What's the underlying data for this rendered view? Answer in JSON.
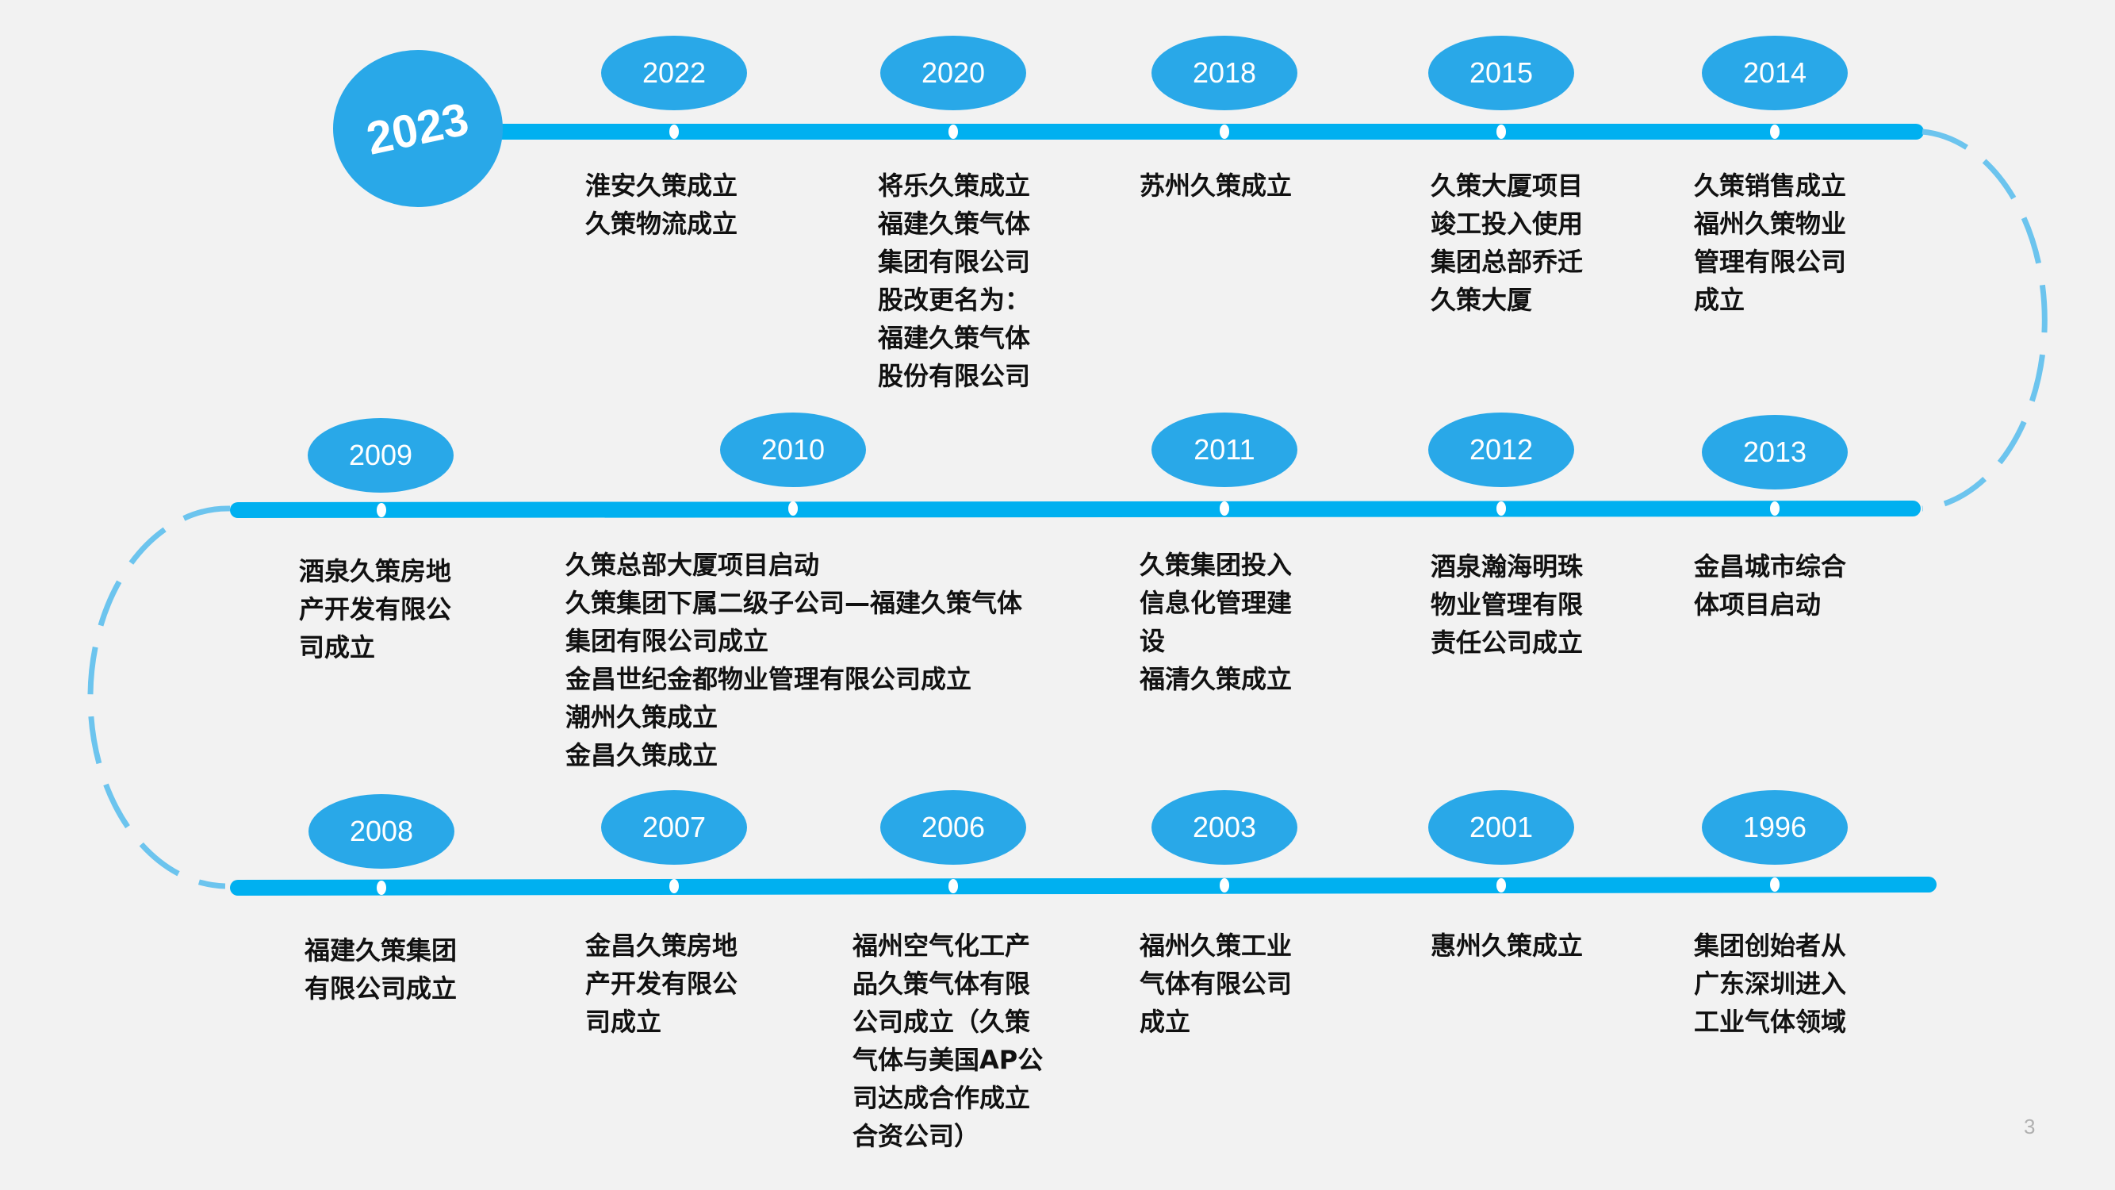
{
  "colors": {
    "line": "#00b0f0",
    "node": "#29a8e8",
    "dash": "#6cc4ee"
  },
  "highlight_year": "2023",
  "row1": [
    {
      "year": "2022",
      "text": "淮安久策成立\n久策物流成立"
    },
    {
      "year": "2020",
      "text": "将乐久策成立\n福建久策气体\n集团有限公司\n股改更名为：\n福建久策气体\n股份有限公司"
    },
    {
      "year": "2018",
      "text": "苏州久策成立"
    },
    {
      "year": "2015",
      "text": "久策大厦项目\n竣工投入使用\n集团总部乔迁\n久策大厦"
    },
    {
      "year": "2014",
      "text": "久策销售成立\n福州久策物业\n管理有限公司\n成立"
    }
  ],
  "row2": [
    {
      "year": "2009",
      "text": "酒泉久策房地\n产开发有限公\n司成立"
    },
    {
      "year": "2010",
      "text": "久策总部大厦项目启动\n久策集团下属二级子公司—福建久策气体\n集团有限公司成立\n金昌世纪金都物业管理有限公司成立\n潮州久策成立\n金昌久策成立"
    },
    {
      "year": "2011",
      "text": "久策集团投入\n信息化管理建\n设\n福清久策成立"
    },
    {
      "year": "2012",
      "text": "酒泉瀚海明珠\n物业管理有限\n责任公司成立"
    },
    {
      "year": "2013",
      "text": "金昌城市综合\n体项目启动"
    }
  ],
  "row3": [
    {
      "year": "2008",
      "text": "福建久策集团\n有限公司成立"
    },
    {
      "year": "2007",
      "text": "金昌久策房地\n产开发有限公\n司成立"
    },
    {
      "year": "2006",
      "text": "福州空气化工产\n品久策气体有限\n公司成立（久策\n气体与美国AP公\n司达成合作成立\n合资公司）"
    },
    {
      "year": "2003",
      "text": "福州久策工业\n气体有限公司\n成立"
    },
    {
      "year": "2001",
      "text": "惠州久策成立"
    },
    {
      "year": "1996",
      "text": "集团创始者从\n广东深圳进入\n工业气体领域"
    }
  ],
  "page_number": "3"
}
